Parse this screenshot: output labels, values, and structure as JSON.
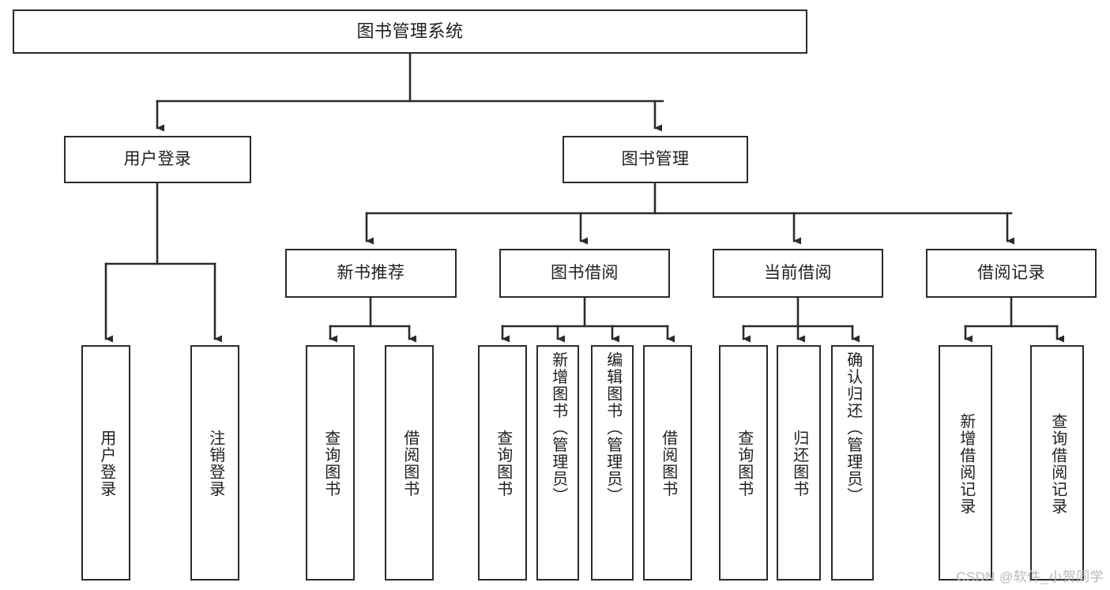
{
  "diagram": {
    "title": "图书管理系统",
    "type": "tree",
    "watermark": "CSDN @软件_小贺同学",
    "colors": {
      "box_border": "#2b2b2b",
      "box_fill": "#ffffff",
      "connector": "#2b2b2b",
      "text": "#1f1f1f",
      "watermark": "#b9b9b9"
    },
    "root": {
      "label": "图书管理系统"
    },
    "level2": [
      {
        "label": "用户登录"
      },
      {
        "label": "图书管理"
      }
    ],
    "level3": [
      {
        "label": "新书推荐"
      },
      {
        "label": "图书借阅"
      },
      {
        "label": "当前借阅"
      },
      {
        "label": "借阅记录"
      }
    ],
    "leaves": {
      "user_login": [
        {
          "label": "用户登录"
        },
        {
          "label": "注销登录"
        }
      ],
      "new_book": [
        {
          "label": "查询图书"
        },
        {
          "label": "借阅图书"
        }
      ],
      "book_borrow": [
        {
          "label": "查询图书"
        },
        {
          "label": "新增图书（管理员）"
        },
        {
          "label": "编辑图书（管理员）"
        },
        {
          "label": "借阅图书"
        }
      ],
      "current_borrow": [
        {
          "label": "查询图书"
        },
        {
          "label": "归还图书"
        },
        {
          "label": "确认归还（管理员）"
        }
      ],
      "borrow_record": [
        {
          "label": "新增借阅记录"
        },
        {
          "label": "查询借阅记录"
        }
      ]
    }
  }
}
